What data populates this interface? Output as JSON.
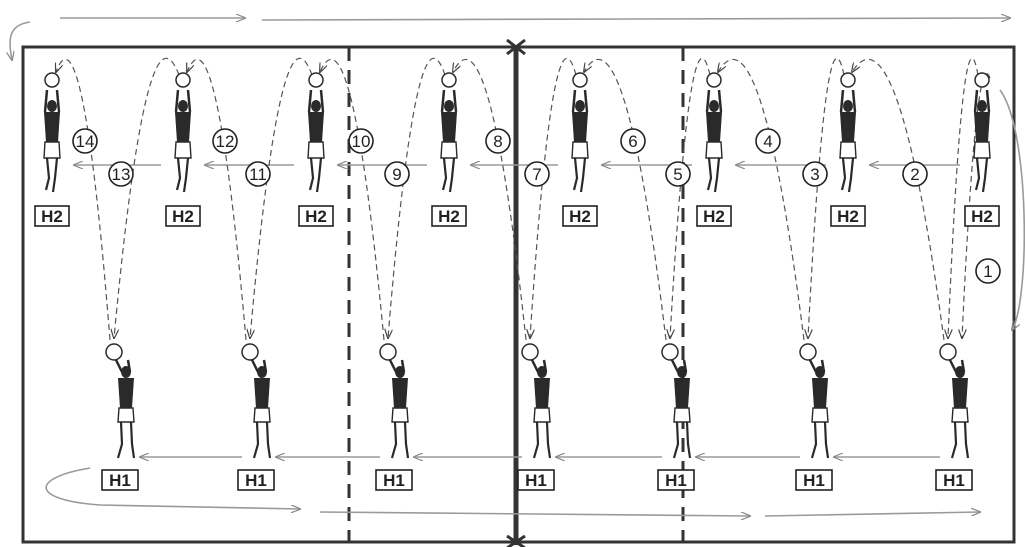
{
  "diagram": {
    "players_top": [
      {
        "label": "H2"
      },
      {
        "label": "H2"
      },
      {
        "label": "H2"
      },
      {
        "label": "H2"
      },
      {
        "label": "H2"
      },
      {
        "label": "H2"
      },
      {
        "label": "H2"
      },
      {
        "label": "H2"
      }
    ],
    "players_bottom": [
      {
        "label": "H1"
      },
      {
        "label": "H1"
      },
      {
        "label": "H1"
      },
      {
        "label": "H1"
      },
      {
        "label": "H1"
      },
      {
        "label": "H1"
      },
      {
        "label": "H1"
      }
    ],
    "pass_numbers": [
      {
        "n": "1"
      },
      {
        "n": "2"
      },
      {
        "n": "3"
      },
      {
        "n": "4"
      },
      {
        "n": "5"
      },
      {
        "n": "6"
      },
      {
        "n": "7"
      },
      {
        "n": "8"
      },
      {
        "n": "9"
      },
      {
        "n": "10"
      },
      {
        "n": "11"
      },
      {
        "n": "12"
      },
      {
        "n": "13"
      },
      {
        "n": "14"
      }
    ],
    "colors": {
      "line": "#222222",
      "arrow_grey": "#9a9a9a",
      "dash": "#555555"
    }
  }
}
